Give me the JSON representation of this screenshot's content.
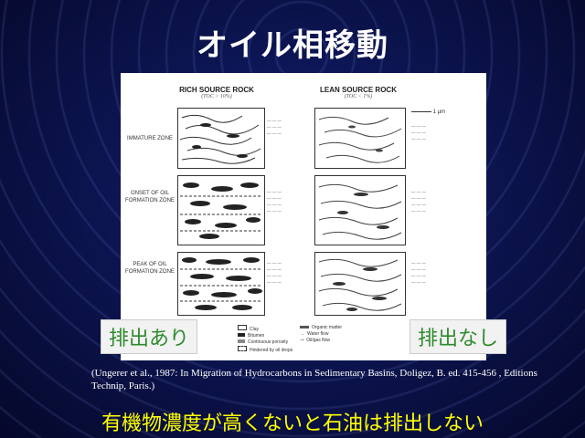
{
  "title": "オイル相移動",
  "figure": {
    "columns": [
      {
        "heading": "RICH SOURCE ROCK",
        "sub": "(TOC > 10%)"
      },
      {
        "heading": "LEAN SOURCE ROCK",
        "sub": "(TOC < 1%)"
      }
    ],
    "zones": [
      "IMMATURE ZONE",
      "ONSET OF OIL FORMATION ZONE",
      "PEAK OF OIL FORMATION ZONE"
    ],
    "scale_label": "1 µm",
    "legend": [
      "Clay",
      "Bitumen",
      "Continuous porosity",
      "Hindered by oil drops",
      "Organic matter",
      "Water flow",
      "Oil/gas flow"
    ]
  },
  "labels": {
    "left": "排出あり",
    "right": "排出なし"
  },
  "citation": "(Ungerer et al., 1987: In Migration of Hydrocarbons in Sedimentary Basins, Doligez, B. ed. 415-456 , Editions Technip, Paris.)",
  "bottom_text": "有機物濃度が高くないと石油は排出しない"
}
